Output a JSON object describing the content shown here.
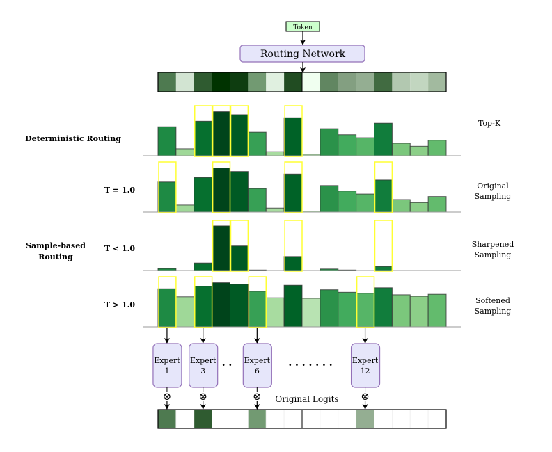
{
  "token_label": "Token",
  "routing_network_label": "Routing Network",
  "original_logits_label": "Original Logits",
  "colors": {
    "token_fill": "#ccffcc",
    "box_fill": "#e6e6fa",
    "box_stroke": "#9370b8",
    "selection": "#ffff33"
  },
  "logit_colors": [
    "#4e7a50",
    "#d2e4d2",
    "#2f5b30",
    "#003300",
    "#0e3d10",
    "#729a72",
    "#e0f0e0",
    "#214c22",
    "#f0fff0",
    "#618661",
    "#839f81",
    "#94ae92",
    "#416b41",
    "#b2c8b0",
    "#c2d6c0",
    "#a2ba9f"
  ],
  "bar_colors": [
    "#1e8a44",
    "#9fd898",
    "#06702f",
    "#00441b",
    "#005a24",
    "#37a055",
    "#a8dca0",
    "#006227",
    "#b8e3b2",
    "#2b924a",
    "#42ab5d",
    "#56b567",
    "#117d3c",
    "#7bc77c",
    "#8ccf88",
    "#63bb6d"
  ],
  "group_labels": {
    "deterministic": "Deterministic Routing",
    "sample_based_line1": "Sample-based",
    "sample_based_line2": "Routing"
  },
  "panels": [
    {
      "left_label": "",
      "right_label_1": "Top-K",
      "right_label_2": "",
      "values": [
        0.58,
        0.14,
        0.69,
        0.88,
        0.82,
        0.47,
        0.08,
        0.76,
        0.03,
        0.54,
        0.42,
        0.36,
        0.65,
        0.25,
        0.19,
        0.31
      ],
      "selected": [
        3,
        4,
        5,
        8
      ]
    },
    {
      "left_label": "T = 1.0",
      "right_label_1": "Original",
      "right_label_2": "Sampling",
      "values": [
        0.6,
        0.14,
        0.69,
        0.88,
        0.81,
        0.47,
        0.08,
        0.76,
        0.02,
        0.53,
        0.42,
        0.36,
        0.64,
        0.25,
        0.19,
        0.31
      ],
      "selected": [
        1,
        4,
        8,
        13
      ]
    },
    {
      "left_label": "T < 1.0",
      "right_label_1": "Sharpened",
      "right_label_2": "Sampling",
      "values": [
        0.04,
        0,
        0.15,
        0.89,
        0.49,
        0.01,
        0,
        0.28,
        0,
        0.03,
        0.01,
        0,
        0.08,
        0,
        0,
        0
      ],
      "selected": [
        4,
        5,
        8,
        13
      ]
    },
    {
      "left_label": "T > 1.0",
      "right_label_1": "Softened",
      "right_label_2": "Sampling",
      "values": [
        0.76,
        0.6,
        0.81,
        0.88,
        0.85,
        0.71,
        0.58,
        0.83,
        0.57,
        0.74,
        0.69,
        0.67,
        0.78,
        0.64,
        0.61,
        0.65
      ],
      "selected": [
        1,
        3,
        6,
        12
      ]
    }
  ],
  "experts": [
    {
      "title": "Expert",
      "number": "1",
      "index": 1
    },
    {
      "title": "Expert",
      "number": "3",
      "index": 3
    },
    {
      "title": "Expert",
      "number": "6",
      "index": 6
    },
    {
      "title": "Expert",
      "number": "12",
      "index": 12
    }
  ],
  "ellipsis_short": ". .",
  "ellipsis_long": ". . . . . . .",
  "multiply_symbol": "⊗"
}
